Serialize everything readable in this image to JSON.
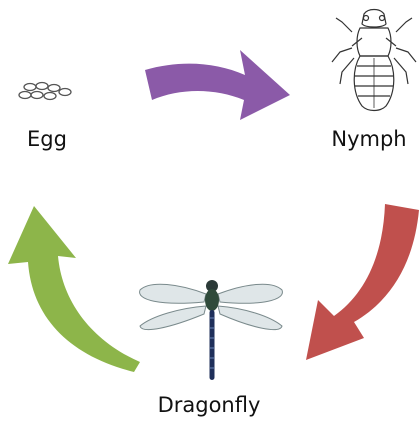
{
  "stages": [
    {
      "id": "egg",
      "label": "Egg",
      "icon": "eggs-icon"
    },
    {
      "id": "nymph",
      "label": "Nymph",
      "icon": "nymph-icon"
    },
    {
      "id": "dragonfly",
      "label": "Dragonfly",
      "icon": "dragonfly-icon"
    }
  ],
  "arrows": [
    {
      "from": "egg",
      "to": "nymph",
      "color": "#8B5AA8"
    },
    {
      "from": "nymph",
      "to": "dragonfly",
      "color": "#C0504D"
    },
    {
      "from": "dragonfly",
      "to": "egg",
      "color": "#8DB54A"
    }
  ]
}
